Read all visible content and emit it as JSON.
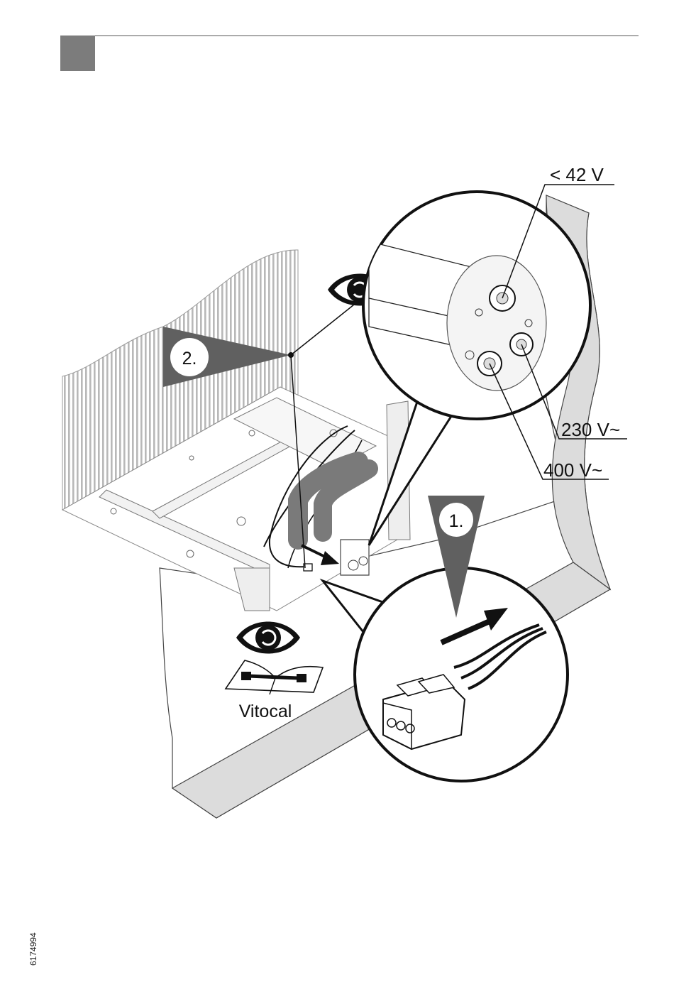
{
  "labels": {
    "low_voltage": "< 42 V",
    "v230": "230 V~",
    "v400": "400 V~"
  },
  "steps": {
    "step1": "1.",
    "step2": "2."
  },
  "manual_reference": "Vitocal",
  "document_number": "6174994",
  "icons": [
    "eye-icon",
    "service-manual-icon"
  ],
  "colors": {
    "step_marker": "#606060",
    "header_block": "#7c7c7c"
  }
}
